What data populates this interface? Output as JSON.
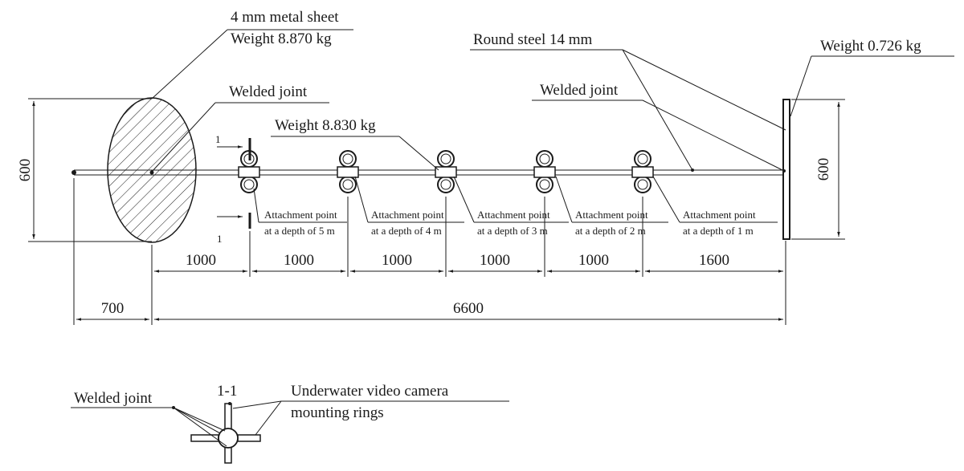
{
  "labels": {
    "sheet_line1": "4 mm metal sheet",
    "sheet_line2": "Weight 8.870 kg",
    "welded_joint_1": "Welded joint",
    "welded_joint_2": "Welded joint",
    "welded_joint_3": "Welded joint",
    "weight_mid": "Weight 8.830 kg",
    "round_steel": "Round steel 14 mm",
    "weight_end": "Weight 0.726 kg",
    "section_mark": "1",
    "section_title": "1-1",
    "camera_line1": "Underwater video camera",
    "camera_line2": "mounting rings"
  },
  "attachments": [
    {
      "line1": "Attachment point",
      "line2": "at a depth of 5 m"
    },
    {
      "line1": "Attachment point",
      "line2": "at a depth of 4 m"
    },
    {
      "line1": "Attachment point",
      "line2": "at a depth of 3 m"
    },
    {
      "line1": "Attachment point",
      "line2": "at a depth of 2 m"
    },
    {
      "line1": "Attachment point",
      "line2": "at a depth of 1 m"
    }
  ],
  "dimensions": {
    "sheet_height": "600",
    "end_height": "600",
    "spacing": [
      "1000",
      "1000",
      "1000",
      "1000",
      "1000",
      "1600"
    ],
    "offset": "700",
    "total": "6600"
  }
}
